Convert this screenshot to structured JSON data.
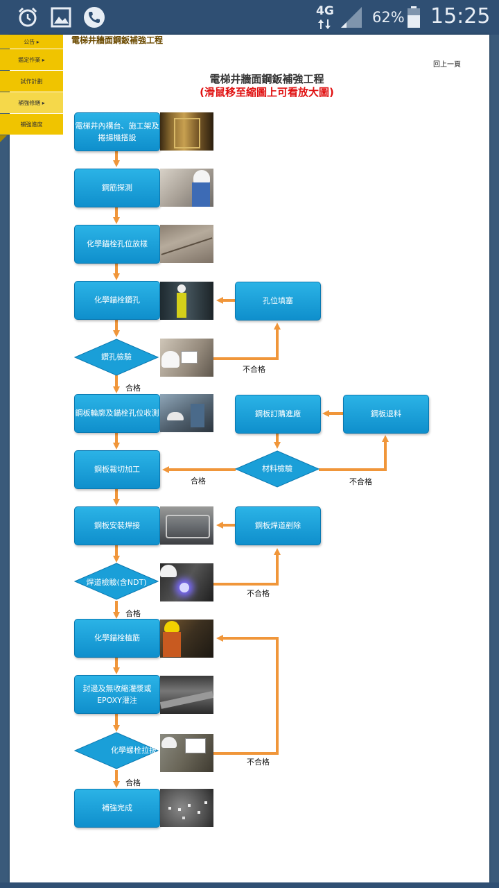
{
  "status_bar": {
    "network": "4G",
    "battery": "62%",
    "time": "15:25",
    "icons": [
      "alarm-icon",
      "gallery-icon",
      "phone-icon",
      "signal-icon",
      "battery-icon"
    ]
  },
  "sidebar": {
    "items": [
      {
        "label": "公告 ▸"
      },
      {
        "label": "鑑定作業 ▸"
      },
      {
        "label": "試作計劃"
      },
      {
        "label": "補強修繕 ▸"
      },
      {
        "label": "補強進度"
      }
    ]
  },
  "breadcrumb": "電梯井牆面鋼鈑補強工程",
  "back_link": "回上一頁",
  "title": "電梯井牆面鋼鈑補強工程",
  "subtitle": "(滑鼠移至縮圖上可看放大圖)",
  "flow": {
    "step1": "電梯井內構台、施工架及捲揚機搭設",
    "step2": "鋼筋探測",
    "step3": "化學錨栓孔位放樣",
    "step4": "化學錨栓鑽孔",
    "check1": "鑽孔檢驗",
    "step5": "鋼板輪廓及錨栓孔位收測",
    "step6": "鋼板裁切加工",
    "step7": "鋼板安裝焊接",
    "check2": "焊道檢驗(含NDT)",
    "step8": "化學錨栓植筋",
    "step9": "封邊及無收縮灌漿或EPOXY灌注",
    "check3": "化學螺栓拉拔測試",
    "step10": "補強完成",
    "side_fill": "孔位填塞",
    "side_order": "鋼板訂購進廠",
    "side_return": "鋼板退料",
    "check_material": "材料檢驗",
    "side_weld_remove": "鋼板焊道剷除",
    "pass": "合格",
    "fail": "不合格"
  },
  "colors": {
    "status_bar": "#2f4f73",
    "sidebar": "#f0c400",
    "box": "#1a9fd8",
    "arrow": "#f0963a",
    "subtitle": "#e01010"
  }
}
